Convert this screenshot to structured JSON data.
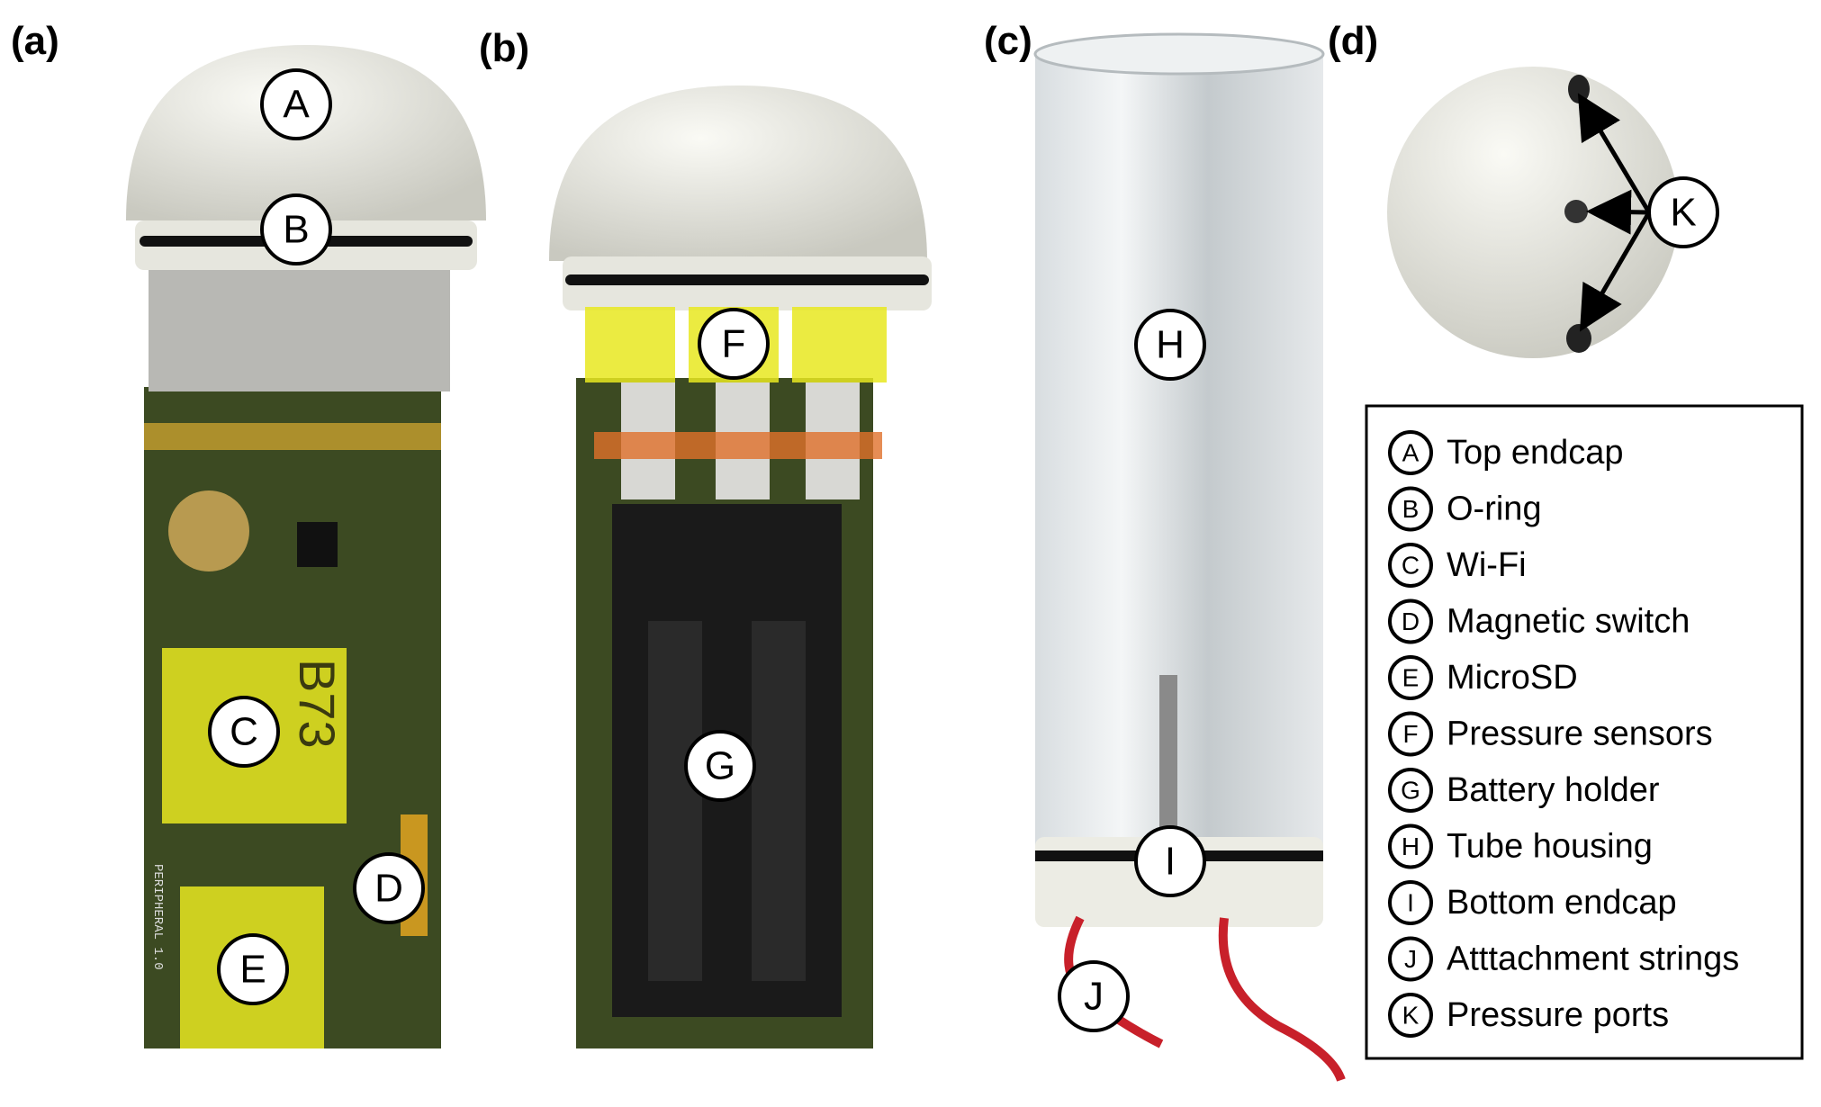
{
  "panels": {
    "a": "(a)",
    "b": "(b)",
    "c": "(c)",
    "d": "(d)"
  },
  "callouts": {
    "A": "A",
    "B": "B",
    "C": "C",
    "D": "D",
    "E": "E",
    "F": "F",
    "G": "G",
    "H": "H",
    "I": "I",
    "J": "J",
    "K": "K"
  },
  "pcb_text": {
    "wifi_module": "B73",
    "board_name": "PERIPHERAL 1.0"
  },
  "legend": [
    {
      "letter": "A",
      "label": "Top endcap"
    },
    {
      "letter": "B",
      "label": "O-ring"
    },
    {
      "letter": "C",
      "label": "Wi-Fi"
    },
    {
      "letter": "D",
      "label": "Magnetic switch"
    },
    {
      "letter": "E",
      "label": "MicroSD"
    },
    {
      "letter": "F",
      "label": "Pressure sensors"
    },
    {
      "letter": "G",
      "label": "Battery holder"
    },
    {
      "letter": "H",
      "label": "Tube housing"
    },
    {
      "letter": "I",
      "label": "Bottom endcap"
    },
    {
      "letter": "J",
      "label": "Atttachment strings"
    },
    {
      "letter": "K",
      "label": "Pressure ports"
    }
  ],
  "colors": {
    "highlight": "#e8e820",
    "pcb": "#3c4a22",
    "endcap": "#ecece4",
    "oring": "#111111",
    "string": "#c8202a"
  }
}
